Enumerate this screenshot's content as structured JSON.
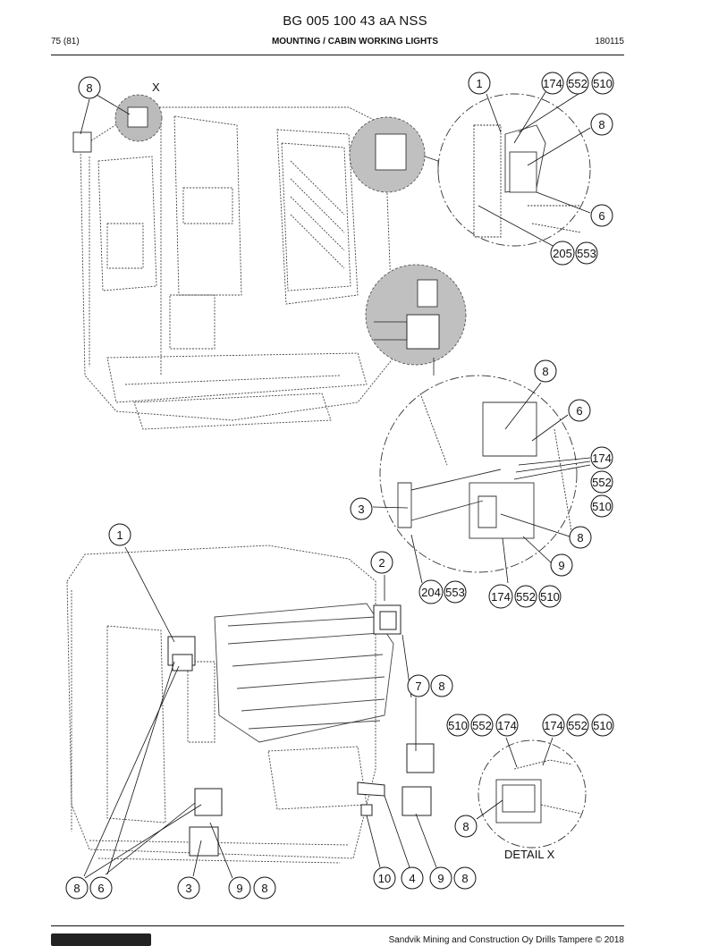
{
  "header": {
    "document_id": "BG 005 100 43 aA NSS",
    "page": "75 (81)",
    "section_title": "MOUNTING / CABIN WORKING LIGHTS",
    "date_code": "180115"
  },
  "drawing": {
    "view_label": "X",
    "detail_label": "DETAIL X",
    "callouts": [
      {
        "id": "c-8a",
        "text": "8"
      },
      {
        "id": "c-1a",
        "text": "1"
      },
      {
        "id": "c-174a",
        "text": "174"
      },
      {
        "id": "c-552a",
        "text": "552"
      },
      {
        "id": "c-510a",
        "text": "510"
      },
      {
        "id": "c-8b",
        "text": "8"
      },
      {
        "id": "c-6a",
        "text": "6"
      },
      {
        "id": "c-205",
        "text": "205"
      },
      {
        "id": "c-553a",
        "text": "553"
      },
      {
        "id": "c-8c",
        "text": "8"
      },
      {
        "id": "c-6b",
        "text": "6"
      },
      {
        "id": "c-174b",
        "text": "174"
      },
      {
        "id": "c-552b",
        "text": "552"
      },
      {
        "id": "c-510b",
        "text": "510"
      },
      {
        "id": "c-3a",
        "text": "3"
      },
      {
        "id": "c-8d",
        "text": "8"
      },
      {
        "id": "c-9a",
        "text": "9"
      },
      {
        "id": "c-1b",
        "text": "1"
      },
      {
        "id": "c-2",
        "text": "2"
      },
      {
        "id": "c-204",
        "text": "204"
      },
      {
        "id": "c-553b",
        "text": "553"
      },
      {
        "id": "c-174c",
        "text": "174"
      },
      {
        "id": "c-552c",
        "text": "552"
      },
      {
        "id": "c-510c",
        "text": "510"
      },
      {
        "id": "c-7",
        "text": "7"
      },
      {
        "id": "c-8e",
        "text": "8"
      },
      {
        "id": "c-510d",
        "text": "510"
      },
      {
        "id": "c-552d",
        "text": "552"
      },
      {
        "id": "c-174d",
        "text": "174"
      },
      {
        "id": "c-174e",
        "text": "174"
      },
      {
        "id": "c-552e",
        "text": "552"
      },
      {
        "id": "c-510e",
        "text": "510"
      },
      {
        "id": "c-8f",
        "text": "8"
      },
      {
        "id": "c-8g",
        "text": "8"
      },
      {
        "id": "c-6c",
        "text": "6"
      },
      {
        "id": "c-3b",
        "text": "3"
      },
      {
        "id": "c-9b",
        "text": "9"
      },
      {
        "id": "c-8h",
        "text": "8"
      },
      {
        "id": "c-10",
        "text": "10"
      },
      {
        "id": "c-4",
        "text": "4"
      },
      {
        "id": "c-9c",
        "text": "9"
      },
      {
        "id": "c-8i",
        "text": "8"
      }
    ]
  },
  "footer": {
    "copyright": "Sandvik Mining and Construction Oy Drills Tampere © 2018"
  }
}
